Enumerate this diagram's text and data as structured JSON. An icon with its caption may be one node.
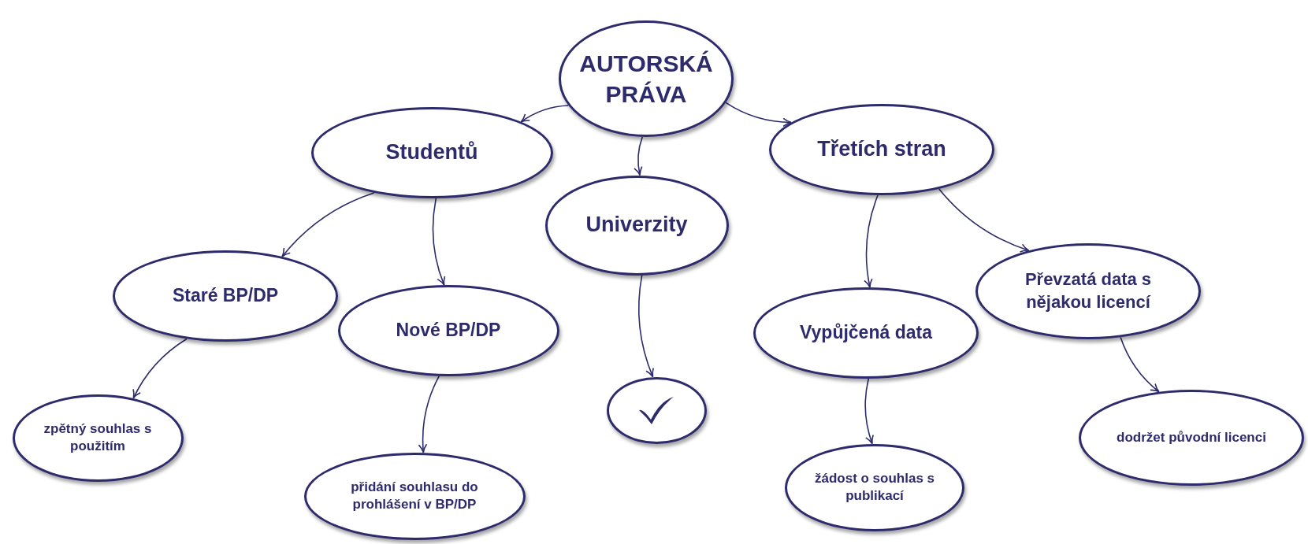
{
  "diagram": {
    "nodes": [
      {
        "text": [
          "AUTORSKÁ PRÁVA"
        ]
      },
      {
        "text": [
          "Studentů"
        ]
      },
      {
        "text": [
          "Univerzity"
        ]
      },
      {
        "text": [
          "Třetích stran"
        ]
      },
      {
        "text": [
          "Staré BP/DP"
        ]
      },
      {
        "text": [
          "Nové BP/DP"
        ]
      },
      {
        "text": [],
        "shape": "circle"
      },
      {
        "text": [
          "Vypůjčená data"
        ]
      },
      {
        "text": [
          "Převzatá data s nějakou licencí"
        ]
      },
      {
        "text": [
          "zpětný souhlas s použitím"
        ]
      },
      {
        "text": [
          "přidání souhlasu do prohlášení v BP/DP"
        ]
      },
      {
        "text": [
          "žádost o souhlas s publikací"
        ]
      },
      {
        "text": [
          "dodržet původní licenci"
        ]
      }
    ],
    "edges": [
      {
        "from": 0,
        "to": 1,
        "arrow": "to"
      },
      {
        "from": 0,
        "to": 2,
        "arrow": "to"
      },
      {
        "from": 0,
        "to": 3,
        "arrow": "to"
      },
      {
        "from": 1,
        "to": 4,
        "arrow": "to"
      },
      {
        "from": 1,
        "to": 5,
        "arrow": "to"
      },
      {
        "from": 2,
        "to": 6,
        "arrow": "to"
      },
      {
        "from": 3,
        "to": 7,
        "arrow": "to"
      },
      {
        "from": 3,
        "to": 8,
        "arrow": "to"
      },
      {
        "from": 4,
        "to": 9,
        "arrow": "to"
      },
      {
        "from": 5,
        "to": 10,
        "arrow": "to"
      },
      {
        "from": 7,
        "to": 11,
        "arrow": "to"
      },
      {
        "from": 8,
        "to": 12,
        "arrow": "to"
      }
    ]
  }
}
